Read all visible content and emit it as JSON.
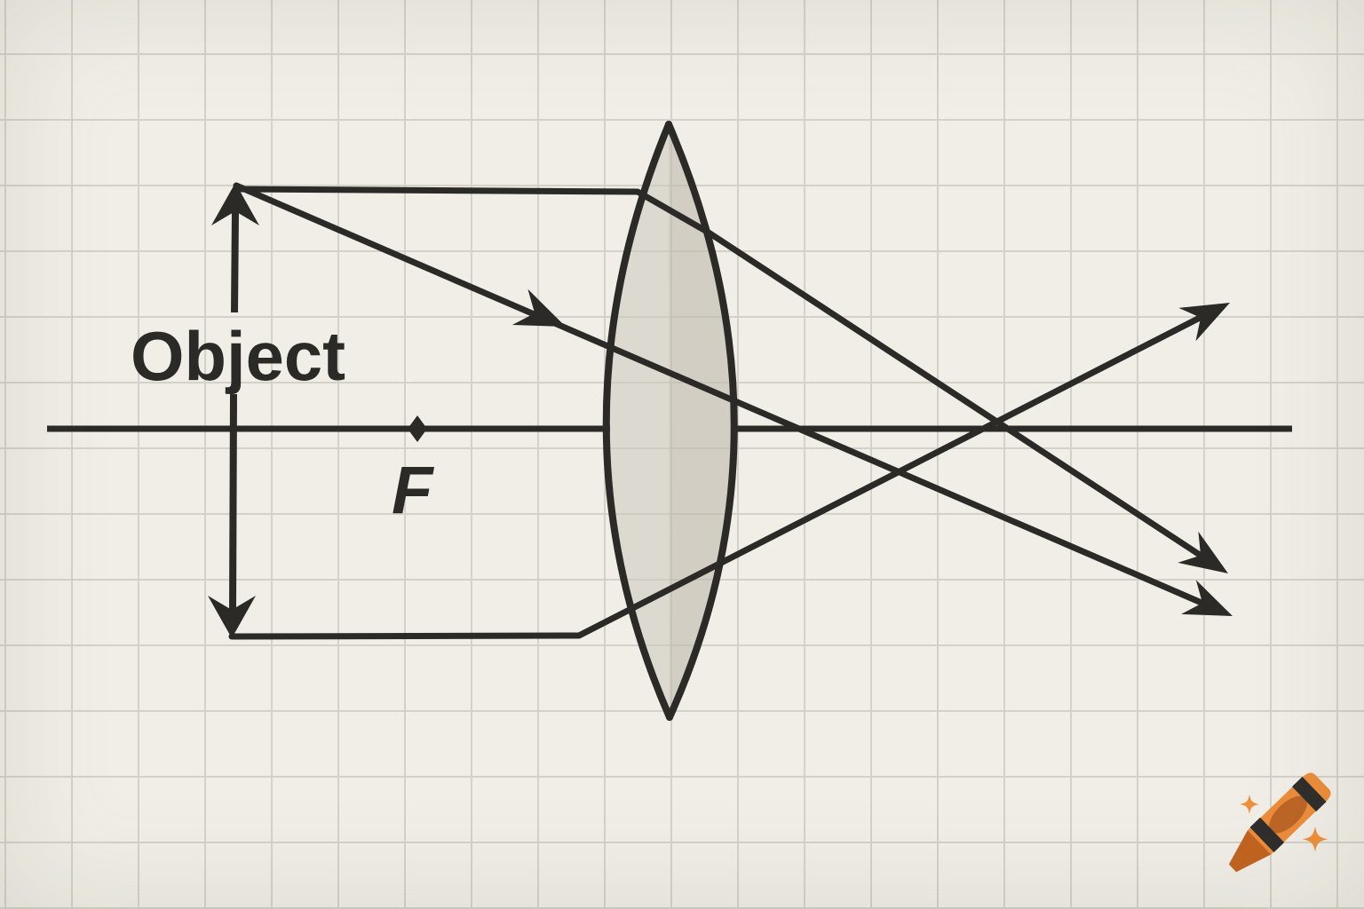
{
  "title": "Convex lens ray diagram on graph paper",
  "diagram": {
    "object_label": "Object",
    "focal_point_label": "F",
    "lens_type": "biconvex converging lens",
    "elements": [
      "object-arrow (double-headed vertical arrow at left)",
      "optical-axis (horizontal line through lens, broken behind lens body)",
      "focal-point-dot with label F between object and lens",
      "convex-lens (tall pointed biconvex shape, gray glass fill)",
      "ray-parallel: from object tip, parallel to axis, refracted down through lens to lower-right arrow",
      "ray-central: from object tip, straight diagonal with mid arrowhead, to lower-right arrow",
      "ray-bottom: from object bottom tip, horizontal then rising through lens to upper-right arrow"
    ],
    "arrowhead_count": 6,
    "colors": {
      "paper": "#f0eee7",
      "grid_line": "#d3d1c8",
      "ink": "#2b2a27",
      "lens_glass": "#dedbd2",
      "label_text": "#2b2a27"
    }
  },
  "watermark": {
    "icon": "crayon-logo",
    "sparkle_count": 2,
    "colors": {
      "crayon_orange": "#ec8c3a",
      "crayon_dark_orange": "#bc6526",
      "crayon_tip": "#c2631f",
      "crayon_band": "#2e2d2b",
      "sparkle": "#ef8f3c"
    }
  }
}
